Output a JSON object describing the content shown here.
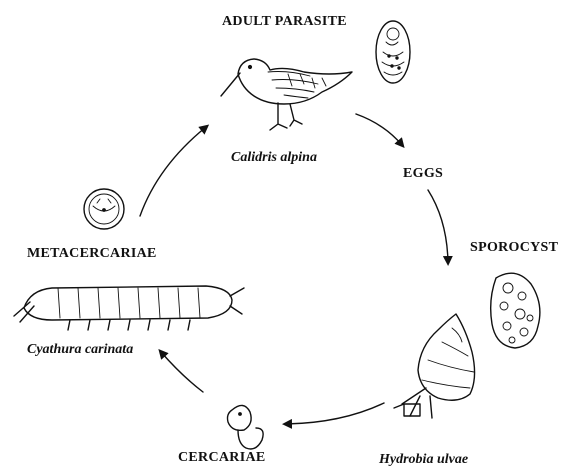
{
  "labels": {
    "adult_parasite": "ADULT PARASITE",
    "definitive_host": "Calidris alpina",
    "eggs": "EGGS",
    "sporocyst": "SPOROCYST",
    "first_intermediate_host": "Hydrobia ulvae",
    "cercariae": "CERCARIAE",
    "second_intermediate_host": "Cyathura carinata",
    "metacercariae": "METACERCARIAE"
  },
  "colors": {
    "ink": "#111111",
    "background": "#ffffff"
  }
}
